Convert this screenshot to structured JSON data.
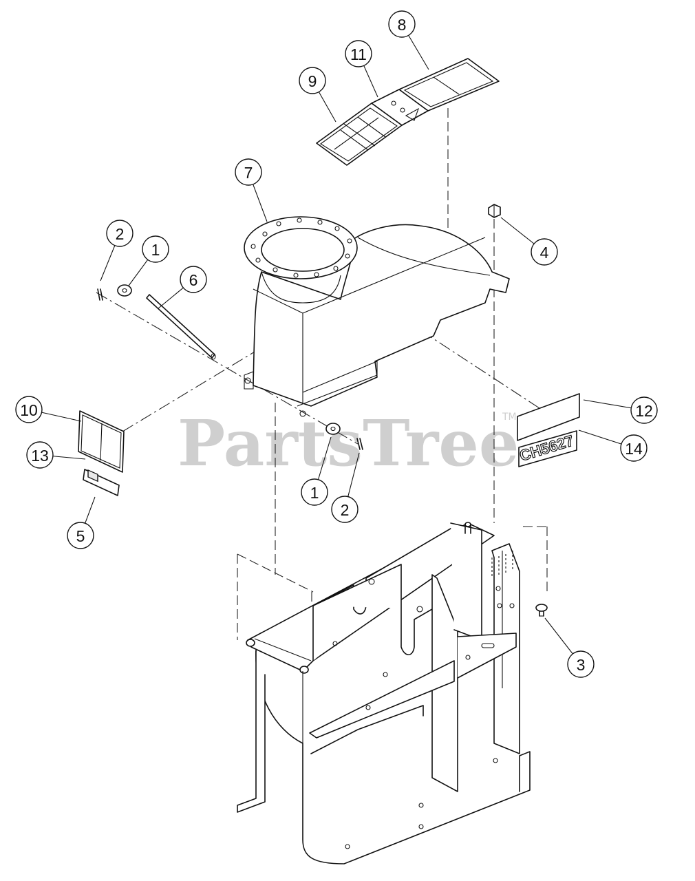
{
  "watermark": {
    "text": "PartsTree",
    "tm": "TM"
  },
  "decal_text": "CH5627",
  "callouts": [
    {
      "id": "c8",
      "label": "8"
    },
    {
      "id": "c11",
      "label": "11"
    },
    {
      "id": "c9",
      "label": "9"
    },
    {
      "id": "c7",
      "label": "7"
    },
    {
      "id": "c2a",
      "label": "2"
    },
    {
      "id": "c1a",
      "label": "1"
    },
    {
      "id": "c6",
      "label": "6"
    },
    {
      "id": "c4",
      "label": "4"
    },
    {
      "id": "c10",
      "label": "10"
    },
    {
      "id": "c13",
      "label": "13"
    },
    {
      "id": "c5",
      "label": "5"
    },
    {
      "id": "c1b",
      "label": "1"
    },
    {
      "id": "c2b",
      "label": "2"
    },
    {
      "id": "c12",
      "label": "12"
    },
    {
      "id": "c14",
      "label": "14"
    },
    {
      "id": "c3",
      "label": "3"
    }
  ]
}
